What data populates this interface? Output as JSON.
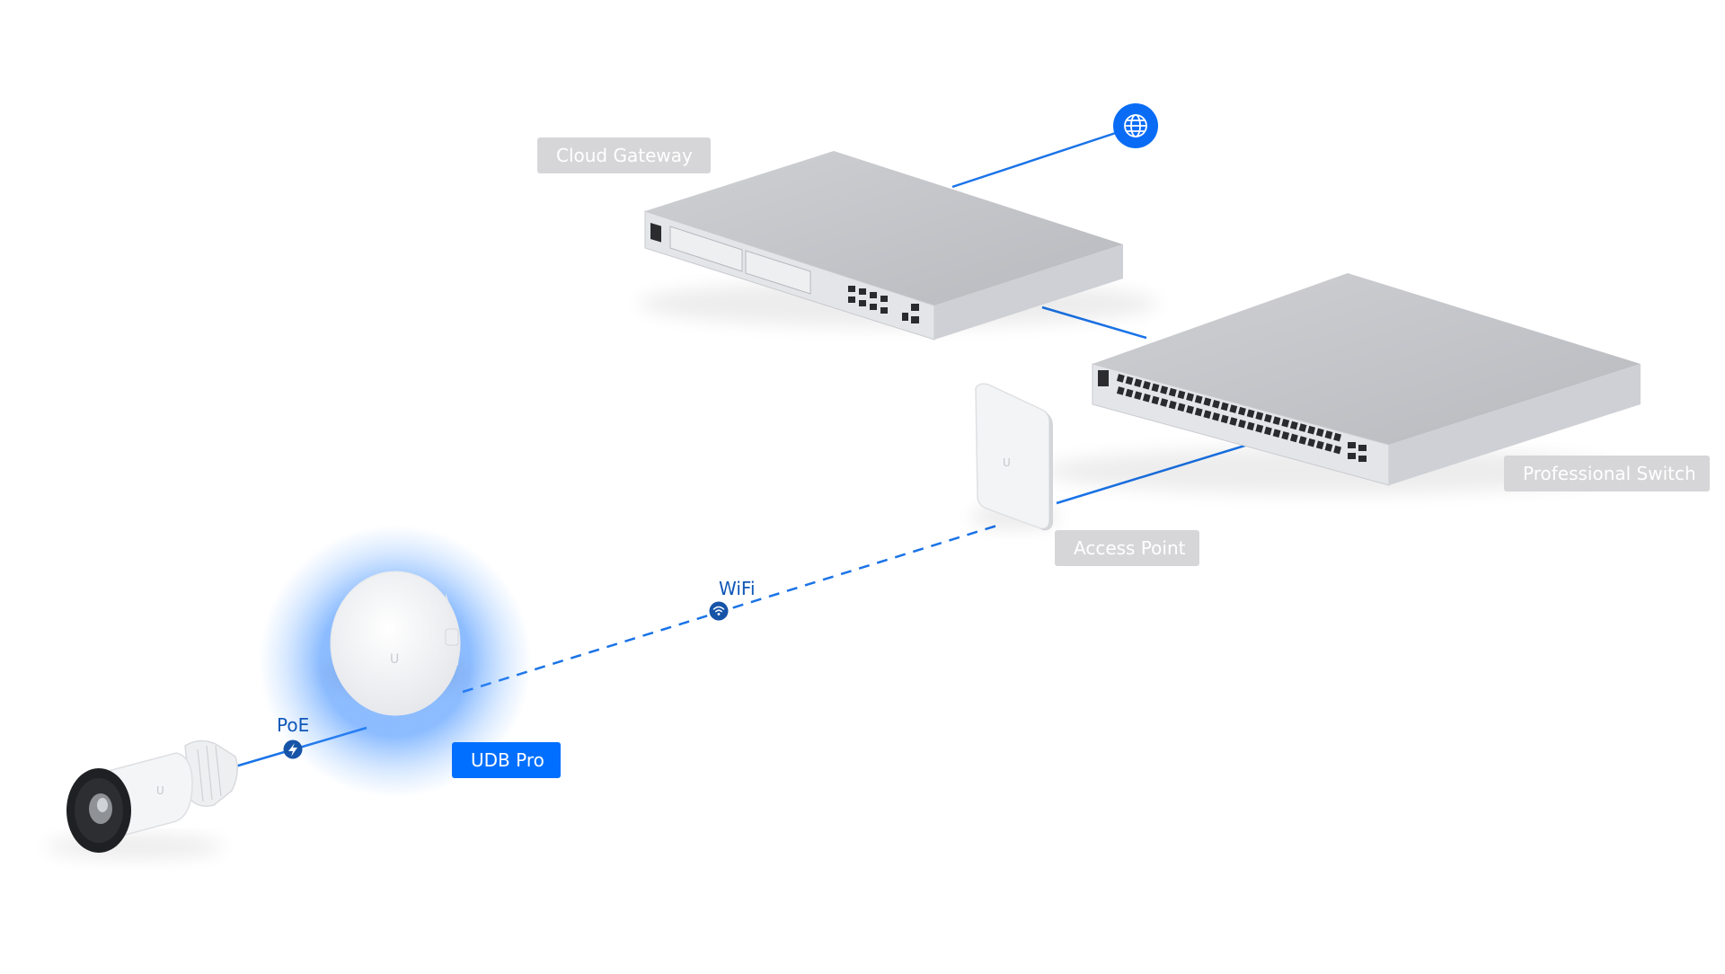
{
  "diagram": {
    "nodes": {
      "internet": {
        "icon": "globe-icon"
      },
      "cloud_gateway": {
        "label": "Cloud Gateway",
        "icon": "rack-gateway-icon"
      },
      "professional_switch": {
        "label": "Professional Switch",
        "icon": "rack-switch-icon"
      },
      "access_point": {
        "label": "Access Point",
        "icon": "wall-access-point-icon"
      },
      "udb_pro": {
        "label": "UDB Pro",
        "icon": "dish-bridge-icon",
        "highlighted": true
      },
      "camera": {
        "icon": "bullet-camera-icon"
      }
    },
    "links": [
      {
        "from": "internet",
        "to": "cloud_gateway",
        "style": "solid"
      },
      {
        "from": "cloud_gateway",
        "to": "professional_switch",
        "style": "solid"
      },
      {
        "from": "professional_switch",
        "to": "access_point",
        "style": "solid"
      },
      {
        "from": "access_point",
        "to": "udb_pro",
        "style": "dashed",
        "label": "WiFi",
        "icon": "wifi-icon"
      },
      {
        "from": "udb_pro",
        "to": "camera",
        "style": "solid",
        "label": "PoE",
        "icon": "power-bolt-icon"
      }
    ]
  },
  "colors": {
    "accent": "#006fff",
    "link": "#1a73e8",
    "link_badge": "#1654a8",
    "label_inactive": "#d6d6d8",
    "device_body": "#e9e9ec"
  }
}
